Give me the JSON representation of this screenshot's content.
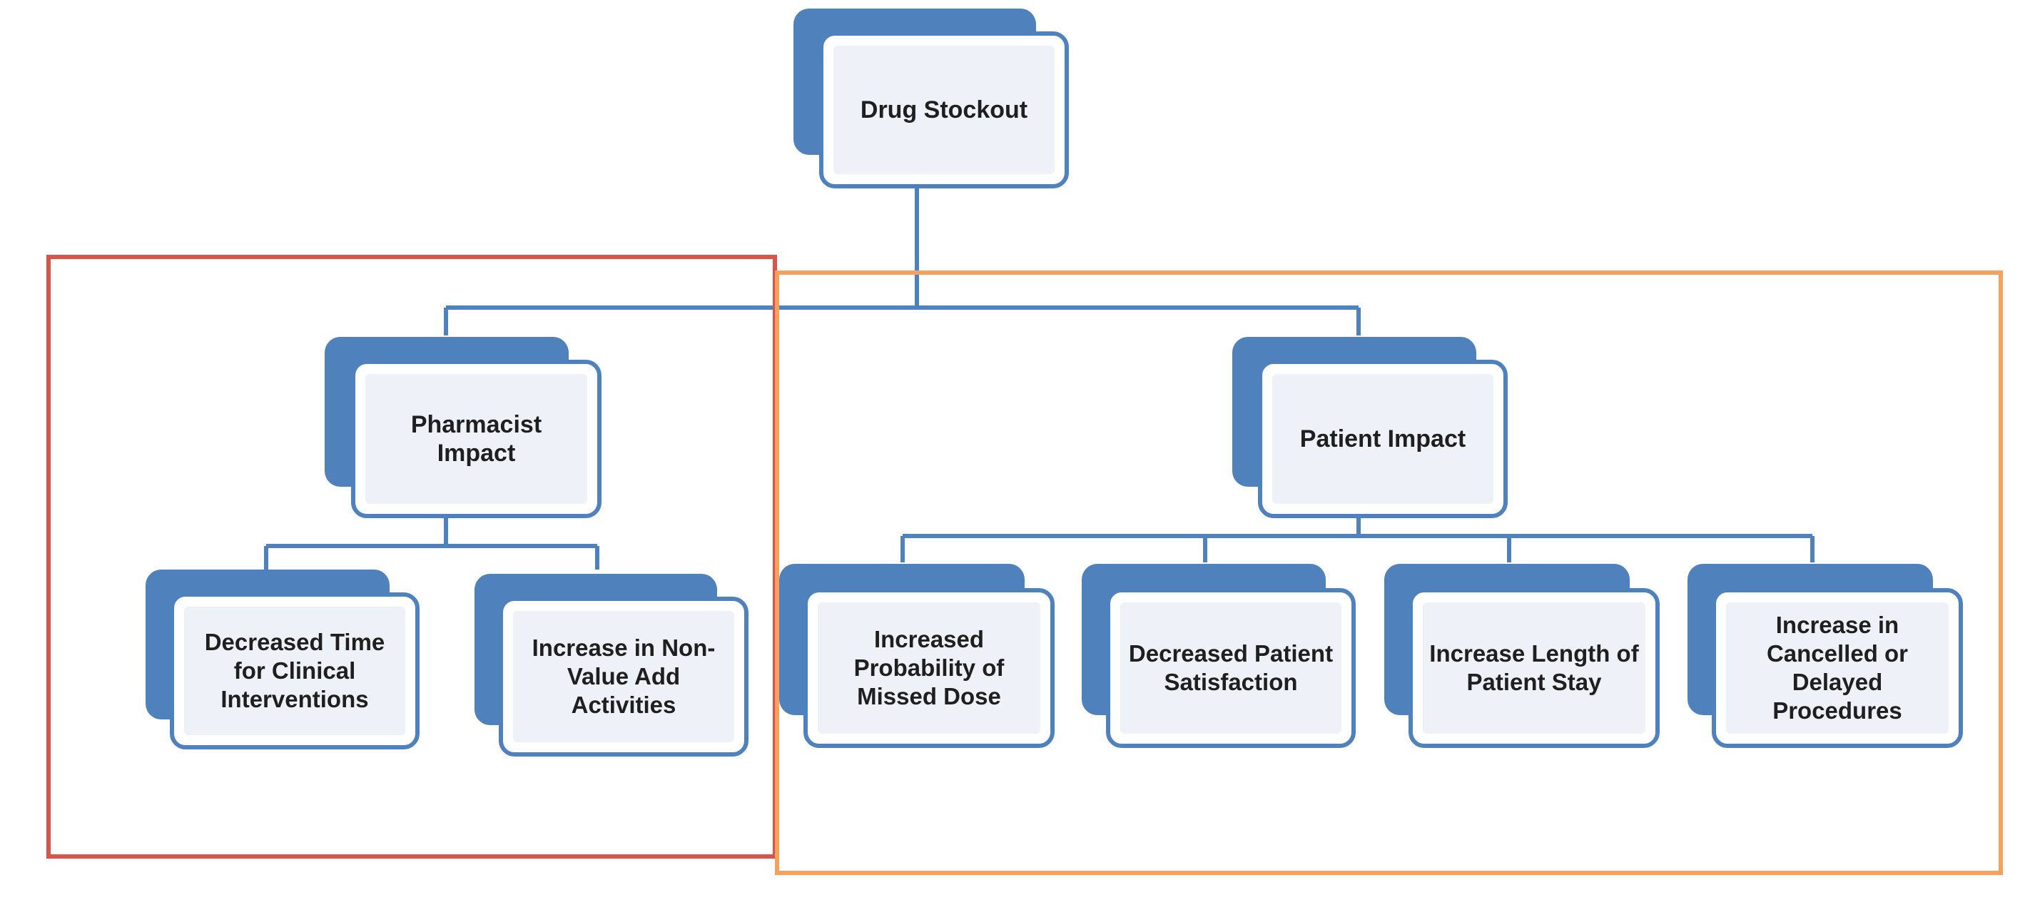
{
  "diagram": {
    "colors": {
      "node_blue": "#4f81bd",
      "node_fill": "#eef2f8",
      "pharmacist_group_border": "#d9534a",
      "patient_group_border": "#f6a25e"
    },
    "root": {
      "label": "Drug Stockout"
    },
    "branches": [
      {
        "label": "Pharmacist\nImpact",
        "children": [
          {
            "label": "Decreased Time\nfor Clinical\nInterventions"
          },
          {
            "label": "Increase in Non-\nValue Add\nActivities"
          }
        ]
      },
      {
        "label": "Patient Impact",
        "children": [
          {
            "label": "Increased\nProbability of\nMissed Dose"
          },
          {
            "label": "Decreased Patient\nSatisfaction"
          },
          {
            "label": "Increase Length of\nPatient Stay"
          },
          {
            "label": "Increase in\nCancelled or\nDelayed\nProcedures"
          }
        ]
      }
    ]
  }
}
